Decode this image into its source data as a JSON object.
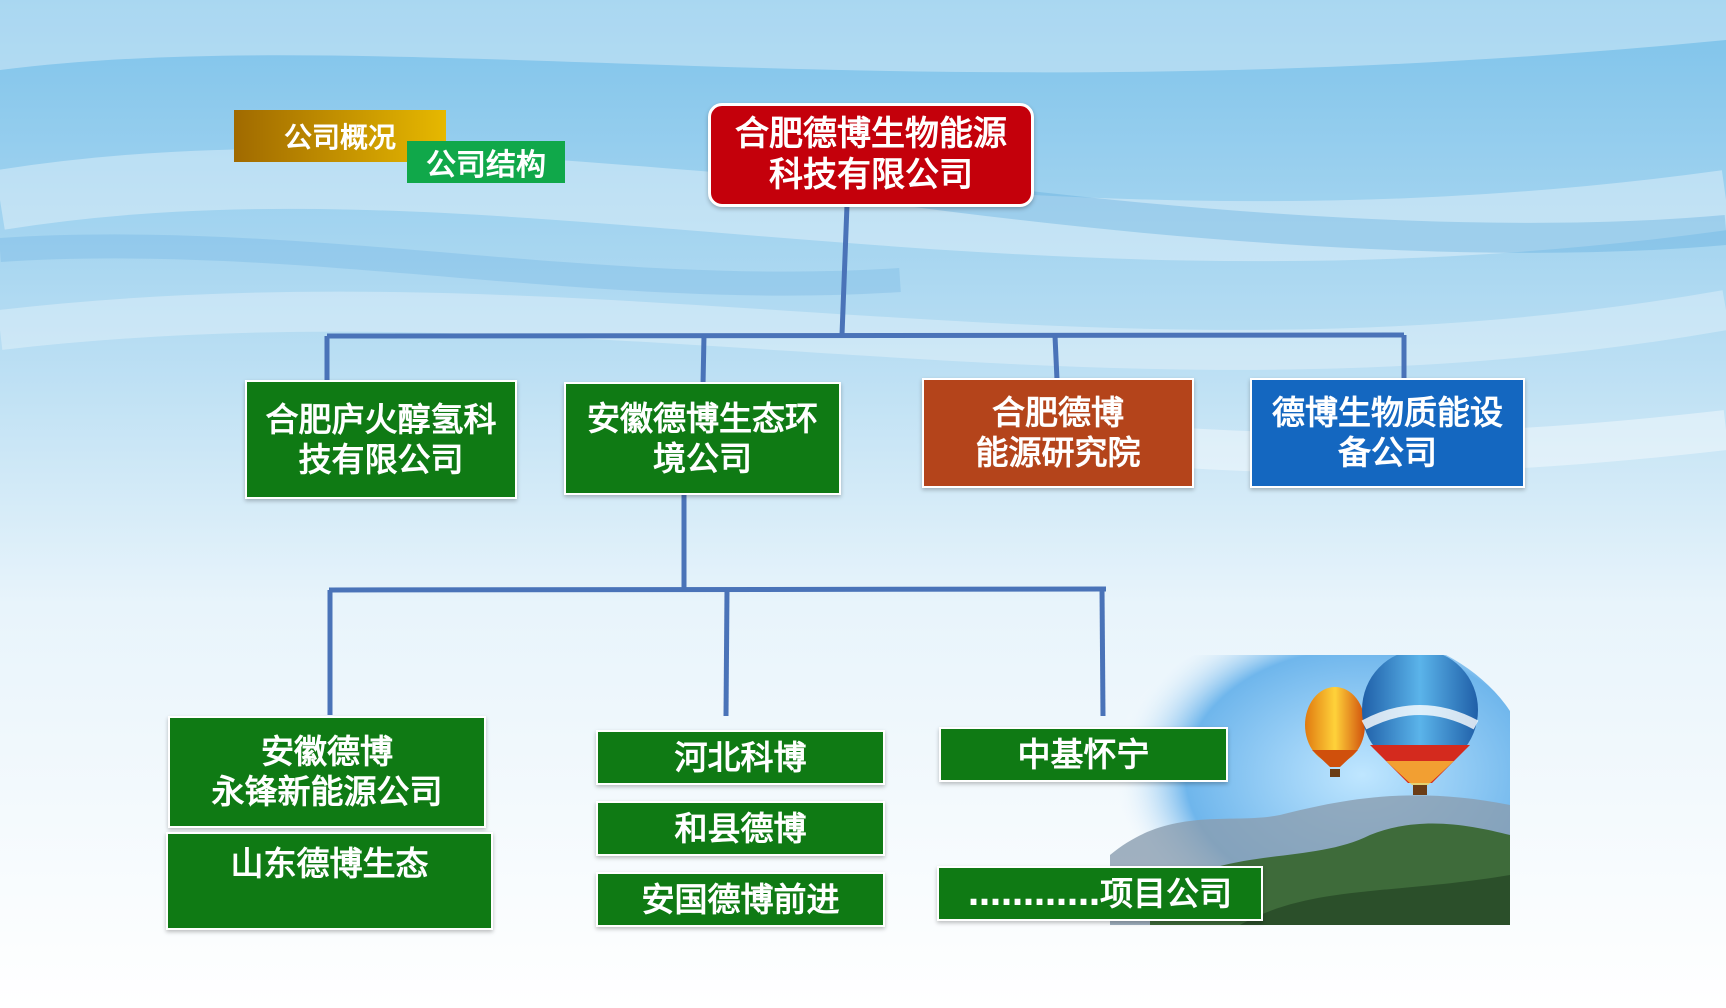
{
  "tags": {
    "overview": "公司概况",
    "structure": "公司结构"
  },
  "root": {
    "line1": "合肥德博生物能源",
    "line2": "科技有限公司"
  },
  "level1": [
    {
      "line1": "合肥庐火醇氢科",
      "line2": "技有限公司"
    },
    {
      "line1": "安徽德博生态环",
      "line2": "境公司"
    },
    {
      "line1": "合肥德博",
      "line2": "能源研究院"
    },
    {
      "line1": "德博生物质能设",
      "line2": "备公司"
    }
  ],
  "level2": {
    "col1": [
      {
        "line1": "安徽德博",
        "line2": "永锋新能源公司"
      },
      {
        "line1": "山东德博生态"
      }
    ],
    "col2": [
      "河北科博",
      "和县德博",
      "安国德博前进"
    ],
    "col3": [
      "中基怀宁",
      "…………项目公司"
    ]
  },
  "colors": {
    "green": "#0f7a14",
    "red": "#c4000b",
    "orange": "#b4441b",
    "blue": "#1467c0",
    "connector": "#4a73b8",
    "tag_gold": "#c69300",
    "tag_green": "#10a84a"
  }
}
